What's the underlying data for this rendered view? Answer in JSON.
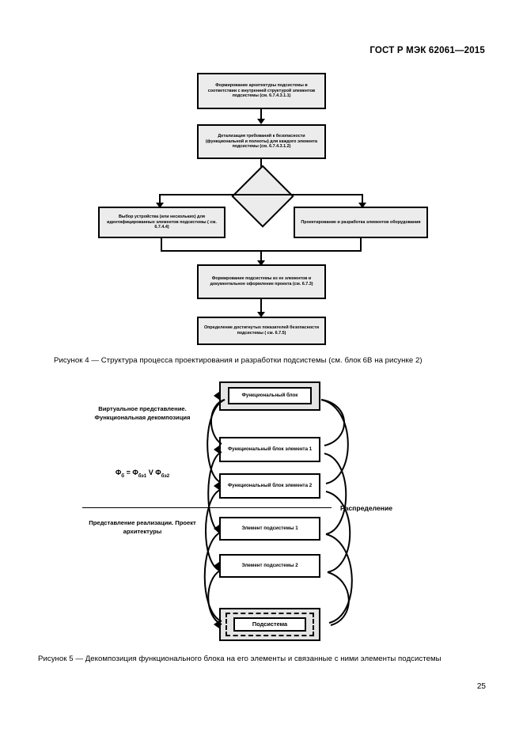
{
  "document": {
    "header": "ГОСТ Р МЭК 62061—2015",
    "page_number": "25"
  },
  "figure4": {
    "caption": "Рисунок 4 — Структура процесса проектирования и разработки подсистемы (см. блок 6В на рисунке 2)",
    "boxes": [
      {
        "id": "box1",
        "text": "Формирование архитектуры подсистемы в соответствии с внутренней структурой элементов подсистемы (см. 6.7.4.3.1.1)"
      },
      {
        "id": "box2",
        "text": "Детализация требований к безопасности (функциональной и полноты) для каждого элемента подсистемы (см. 6.7.4.3.1.2)"
      },
      {
        "id": "box3",
        "text": "Выбор устройства (или нескольких) для идентифицированных элементов подсистемы ( см. 6.7.4.4)"
      },
      {
        "id": "box4",
        "text": "Проектирование и разработка элементов оборудования"
      },
      {
        "id": "box5",
        "text": "Формирование подсистемы из ее элементов и документальное оформление проекта (см. 6.7.3)"
      },
      {
        "id": "box6",
        "text": "Определение достигнутых показателей безопасности подсистемы ( см. 6.7.5)"
      }
    ],
    "decision": {
      "id": "decision",
      "text": ""
    }
  },
  "figure5": {
    "caption": "Рисунок 5 — Декомпозиция функционального блока на его элементы и связанные с ними элементы подсистемы",
    "blocks": [
      {
        "id": "fb",
        "text": "Функциональный блок"
      },
      {
        "id": "fb-e1",
        "text": "Функциональный блок элемента 1"
      },
      {
        "id": "fb-e2",
        "text": "Функциональный блок элемента 2"
      },
      {
        "id": "sub-e1",
        "text": "Элемент подсистемы 1"
      },
      {
        "id": "sub-e2",
        "text": "Элемент подсистемы 2"
      },
      {
        "id": "subsystem",
        "text": "Подсистема"
      }
    ],
    "labels": {
      "upper": "Виртуальное представление. Функциональная декомпозиция",
      "lower": "Представление реализации. Проект архитектуры",
      "distribution": "Распределение"
    },
    "formula": {
      "lhs": "Φ",
      "lhs_sub": "б",
      "eq": "=",
      "t1": "Φ",
      "t1_sub": "бэ1",
      "op": "V",
      "t2": "Φ",
      "t2_sub": "бэ2"
    }
  },
  "colors": {
    "box_fill": "#ececed",
    "outer_fill": "#e4e4e5",
    "stroke": "#000000",
    "page_bg": "#ffffff"
  }
}
